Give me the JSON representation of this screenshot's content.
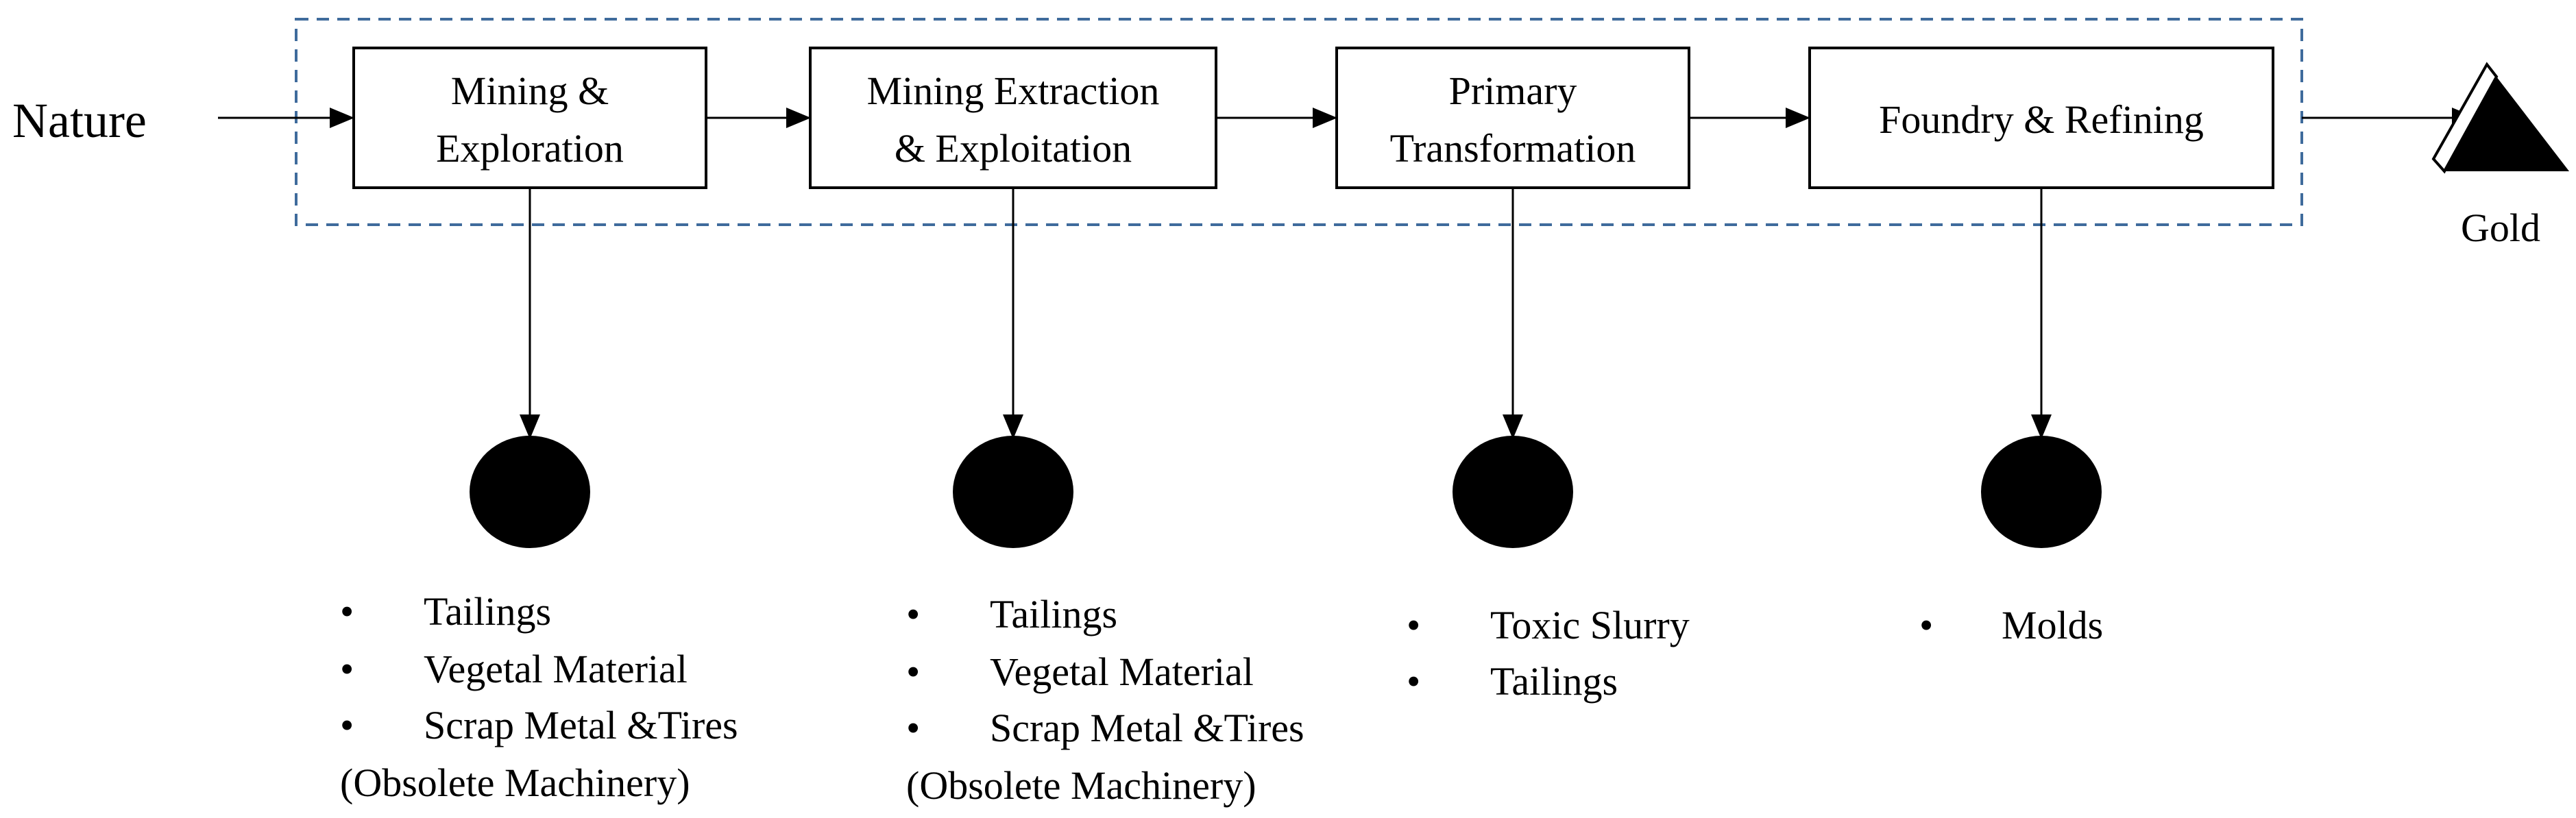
{
  "input_label": "Nature",
  "output_label": "Gold",
  "stages": [
    {
      "lines": [
        "Mining &",
        "Exploration"
      ]
    },
    {
      "lines": [
        "Mining Extraction",
        "& Exploitation"
      ]
    },
    {
      "lines": [
        "Primary",
        "Transformation"
      ]
    },
    {
      "lines": [
        "Foundry & Refining"
      ]
    }
  ],
  "waste_groups": [
    {
      "bullet": "•",
      "items": [
        "Tailings",
        "Vegetal Material",
        "Scrap Metal &Tires"
      ],
      "note": "(Obsolete Machinery)"
    },
    {
      "bullet": "•",
      "items": [
        "Tailings",
        "Vegetal Material",
        "Scrap Metal &Tires"
      ],
      "note": "(Obsolete Machinery)"
    },
    {
      "bullet": "•",
      "items": [
        "Toxic Slurry",
        "Tailings"
      ],
      "note": ""
    },
    {
      "bullet": "•",
      "items": [
        "Molds"
      ],
      "note": ""
    }
  ],
  "colors": {
    "dashed_boundary": "#3f6b9c",
    "stroke": "#000000",
    "waste_fill": "#000000"
  }
}
